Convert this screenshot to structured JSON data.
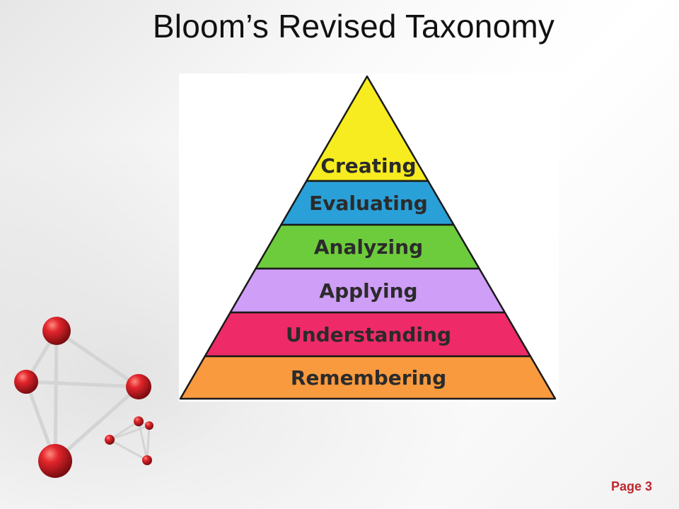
{
  "slide": {
    "title": "Bloom’s Revised Taxonomy",
    "page_label": "Page 3"
  },
  "pyramid": {
    "levels": [
      {
        "label": "Creating",
        "color": "#f7ec1f"
      },
      {
        "label": "Evaluating",
        "color": "#2aa0d9"
      },
      {
        "label": "Analyzing",
        "color": "#6dcc3b"
      },
      {
        "label": "Applying",
        "color": "#cf9ef7"
      },
      {
        "label": "Understanding",
        "color": "#ef2a68"
      },
      {
        "label": "Remembering",
        "color": "#f99a3e"
      }
    ],
    "outline_color": "#1a1a1a",
    "label_color": "#2b2b2b"
  },
  "decoration": {
    "ball_color": "#c81f25",
    "stick_color": "#d9d9d9"
  }
}
